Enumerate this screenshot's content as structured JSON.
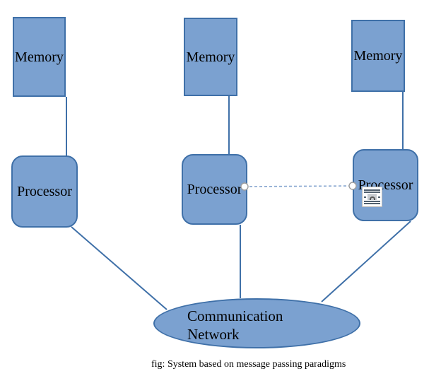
{
  "diagram": {
    "nodes": {
      "memory_1": {
        "label": "Memory"
      },
      "memory_2": {
        "label": "Memory"
      },
      "memory_3": {
        "label": "Memory"
      },
      "processor_1": {
        "label": "Processor"
      },
      "processor_2": {
        "label": "Processor"
      },
      "processor_3": {
        "label": "Processor"
      },
      "network": {
        "label_line1": "Communication",
        "label_line2": "Network"
      }
    },
    "caption": "fig: System based on message passing paradigms",
    "icons": {
      "embedded_object": "embedded-object-icon"
    }
  },
  "colors": {
    "shape_fill": "#7BA1D0",
    "shape_border": "#3F70A8",
    "connector": "#3F70A8",
    "dashed_connector": "#86A5CF",
    "handle_fill": "#FFFFFF",
    "handle_border": "#9E9E9E",
    "background": "#FFFFFF"
  }
}
